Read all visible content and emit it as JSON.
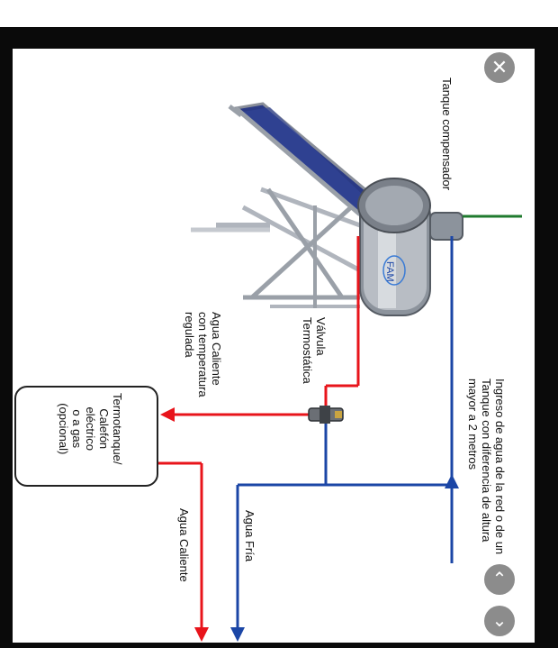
{
  "labels": {
    "tank": "Tanque compensador",
    "inlet": "Ingreso de agua de la red o de un\nTanque con diferencia de altura\nmayor a 2 metros",
    "valve": "Válvula\nTermostática",
    "hot_regulated": "Agua Caliente\ncon temperatura\nregulada",
    "heater": "Termotanque/\nCalefón\neléctrico\no a gas\n(opcional)",
    "cold": "Agua Fría",
    "hot": "Agua Caliente",
    "brand": "FAM"
  },
  "controls": {
    "close": "✕",
    "up": "⌃",
    "down": "⌄"
  },
  "colors": {
    "hot_pipe": "#e8141b",
    "cold_pipe": "#1b46a6",
    "vent_pipe": "#1f7a2e",
    "panel": "#2a3a85"
  }
}
